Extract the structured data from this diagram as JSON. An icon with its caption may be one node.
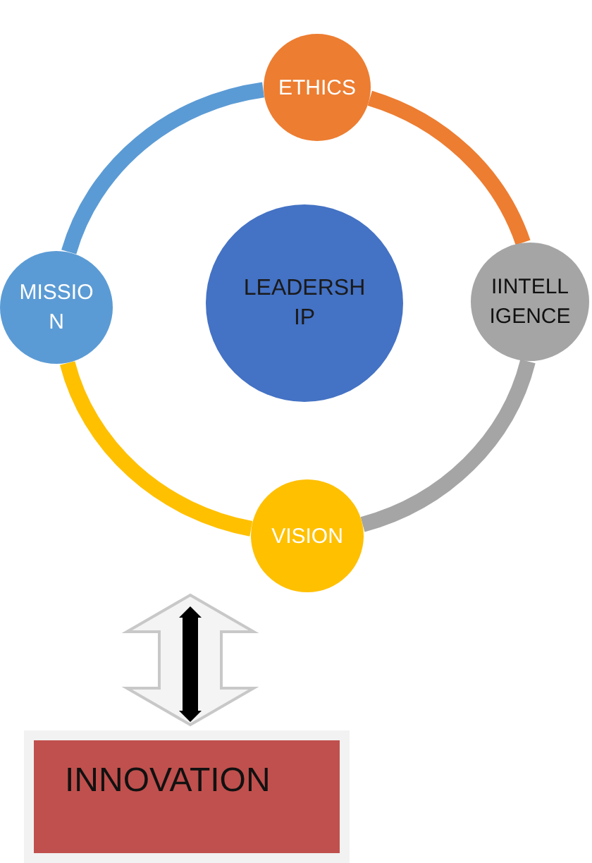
{
  "diagram": {
    "nodes": [
      {
        "text": [
          "ETHICS"
        ]
      },
      {
        "text": [
          "MISSION"
        ]
      },
      {
        "text": [
          "LEADERSHIP"
        ]
      },
      {
        "text": [
          "IINTELLIGENCE"
        ]
      },
      {
        "text": [
          "VISION"
        ]
      },
      {
        "text": [
          "INNOVATION"
        ]
      }
    ],
    "edges": [
      {
        "from": 0,
        "to": 3,
        "arrow": "none",
        "color": "#ed7d31"
      },
      {
        "from": 3,
        "to": 4,
        "arrow": "none",
        "color": "#a5a5a5"
      },
      {
        "from": 4,
        "to": 1,
        "arrow": "none",
        "color": "#ffc000"
      },
      {
        "from": 1,
        "to": 0,
        "arrow": "none",
        "color": "#5b9bd5"
      },
      {
        "from": 4,
        "to": 5,
        "arrow": "both",
        "color": "#000000"
      }
    ]
  }
}
